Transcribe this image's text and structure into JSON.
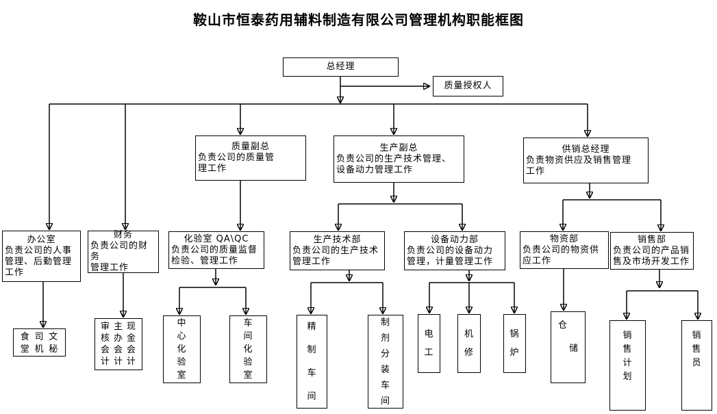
{
  "title": "鞍山市恒泰药用辅料制造有限公司管理机构职能框图",
  "colors": {
    "background": "#ffffff",
    "line": "#000000",
    "text": "#000000"
  },
  "nodes": {
    "ceo": {
      "title": "总经理"
    },
    "quality_auth": {
      "title": "质量授权人"
    },
    "quality_vp": {
      "title": "质量副总",
      "desc": "负责公司的质量管\n理工作"
    },
    "production_vp": {
      "title": "生产副总",
      "desc": "负责公司的生产技术管理、\n设备动力管理工作"
    },
    "supply_sales_gm": {
      "title": "供销总经理",
      "desc": "负责物资供应及销售管理\n工作"
    },
    "office": {
      "title": "办公室",
      "desc": "负责公司的人事\n管理、后勤管理\n工作"
    },
    "finance": {
      "title": "财务",
      "desc": "负责公司的财务\n管理工作"
    },
    "lab": {
      "title": "化验室 QA\\QC",
      "desc": "负责公司的质量监督\n检验、管理工作"
    },
    "prod_tech": {
      "title": "生产技术部",
      "desc": "负责公司的生产技术\n管理工作"
    },
    "equip_power": {
      "title": "设备动力部",
      "desc": "负责公司的设备动力\n管理，计量管理工作"
    },
    "materials": {
      "title": "物资部",
      "desc": "负责公司的物资供\n应工作"
    },
    "sales": {
      "title": "销售部",
      "desc": "负责公司的产品销\n售及市场开发工作"
    },
    "office_staff": {
      "columns": [
        "食堂",
        "司机",
        "文秘"
      ]
    },
    "finance_staff": {
      "columns": [
        "审核会计",
        "主办会计",
        "现金会计"
      ]
    },
    "central_lab": {
      "title": "中心化验室"
    },
    "workshop_lab": {
      "title": "车间化验室"
    },
    "refine_workshop": {
      "title": "精制车间"
    },
    "packaging_workshop": {
      "title": "制剂分装车间"
    },
    "electrician": {
      "title": "电工"
    },
    "mechanic": {
      "title": "机修"
    },
    "boiler": {
      "title": "锅炉"
    },
    "warehouse": {
      "line1": "仓",
      "line2": "储"
    },
    "sales_plan": {
      "title": "销售计划"
    },
    "salesperson": {
      "title": "销售员"
    }
  }
}
